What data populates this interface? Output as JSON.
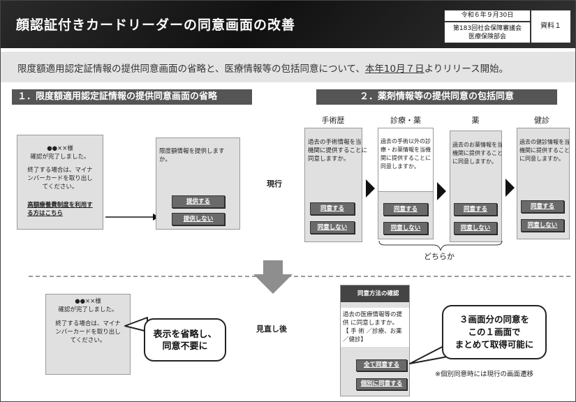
{
  "header": {
    "title": "顔認証付きカードリーダーの同意画面の改善",
    "date": "令和６年９月30日",
    "meeting_line1": "第183回社会保障審議会",
    "meeting_line2": "医療保険部会",
    "doc_label": "資料１"
  },
  "intro": {
    "text_before": "限度額適用認定証情報の提供同意画面の省略と、医療情報等の包括同意について、",
    "text_underlined": "本年10月７日",
    "text_after": "よりリリース開始。"
  },
  "section1": {
    "title": "１．限度額適用認定証情報の提供同意画面の省略",
    "current_screen1": {
      "line1": "●●××様",
      "line2": "確認が完了しました。",
      "line3": "終了する場合は、マイナ",
      "line4": "ンバーカードを取り出し",
      "line5": "てください。",
      "link1": "高額療養費制度を利用す",
      "link2": "る方はこちら"
    },
    "current_screen2": {
      "line1": "限度額情報を提供します",
      "line2": "か。",
      "btn_yes": "提供する",
      "btn_no": "提供しない"
    },
    "revised_screen": {
      "line1": "●●××様",
      "line2": "確認が完了しました。",
      "line3": "終了する場合は、マイナ",
      "line4": "ンバーカードを取り出し",
      "line5": "てください。"
    },
    "callout_line1": "表示を省略し、",
    "callout_line2": "同意不要に"
  },
  "labels": {
    "current": "現行",
    "revised": "見直し後"
  },
  "section2": {
    "title": "２．薬剤情報等の提供同意の包括同意",
    "columns": [
      {
        "header": "手術歴",
        "l1": "過去の手術情報を当",
        "l2": "機関に提供することに",
        "l3": "同意しますか。",
        "l4": "",
        "btn_yes": "同意する",
        "btn_no": "同意しない"
      },
      {
        "header": "診療・薬",
        "l1": "過去の手術以外の診",
        "l2": "療・お薬情報を当機",
        "l3": "関に提供することに",
        "l4": "同意しますか。",
        "btn_yes": "同意する",
        "btn_no": "同意しない"
      },
      {
        "header": "薬",
        "l1": "過去のお薬情報を当",
        "l2": "機関に提供すること",
        "l3": "に同意しますか。",
        "l4": "",
        "btn_yes": "同意する",
        "btn_no": "同意しない"
      },
      {
        "header": "健診",
        "l1": "過去の健診情報を当",
        "l2": "機関に提供すること",
        "l3": "に同意しますか。",
        "l4": "",
        "btn_yes": "同意する",
        "btn_no": "同意しない"
      }
    ],
    "either_label": "どちらか",
    "revised": {
      "screen_title": "同意方法の確認",
      "l1": "過去の医療情報等の提",
      "l2": "供 に同意しますか。",
      "l3": "【 手 術 ／診療、お薬",
      "l4": "／健診】",
      "btn_all": "全て同意する",
      "btn_individual": "個別に同意する"
    },
    "callout_line1": "３画面分の同意を",
    "callout_line2": "この１画面で",
    "callout_line3": "まとめて取得可能に",
    "note": "※個別同意時には現行の画面遷移"
  }
}
